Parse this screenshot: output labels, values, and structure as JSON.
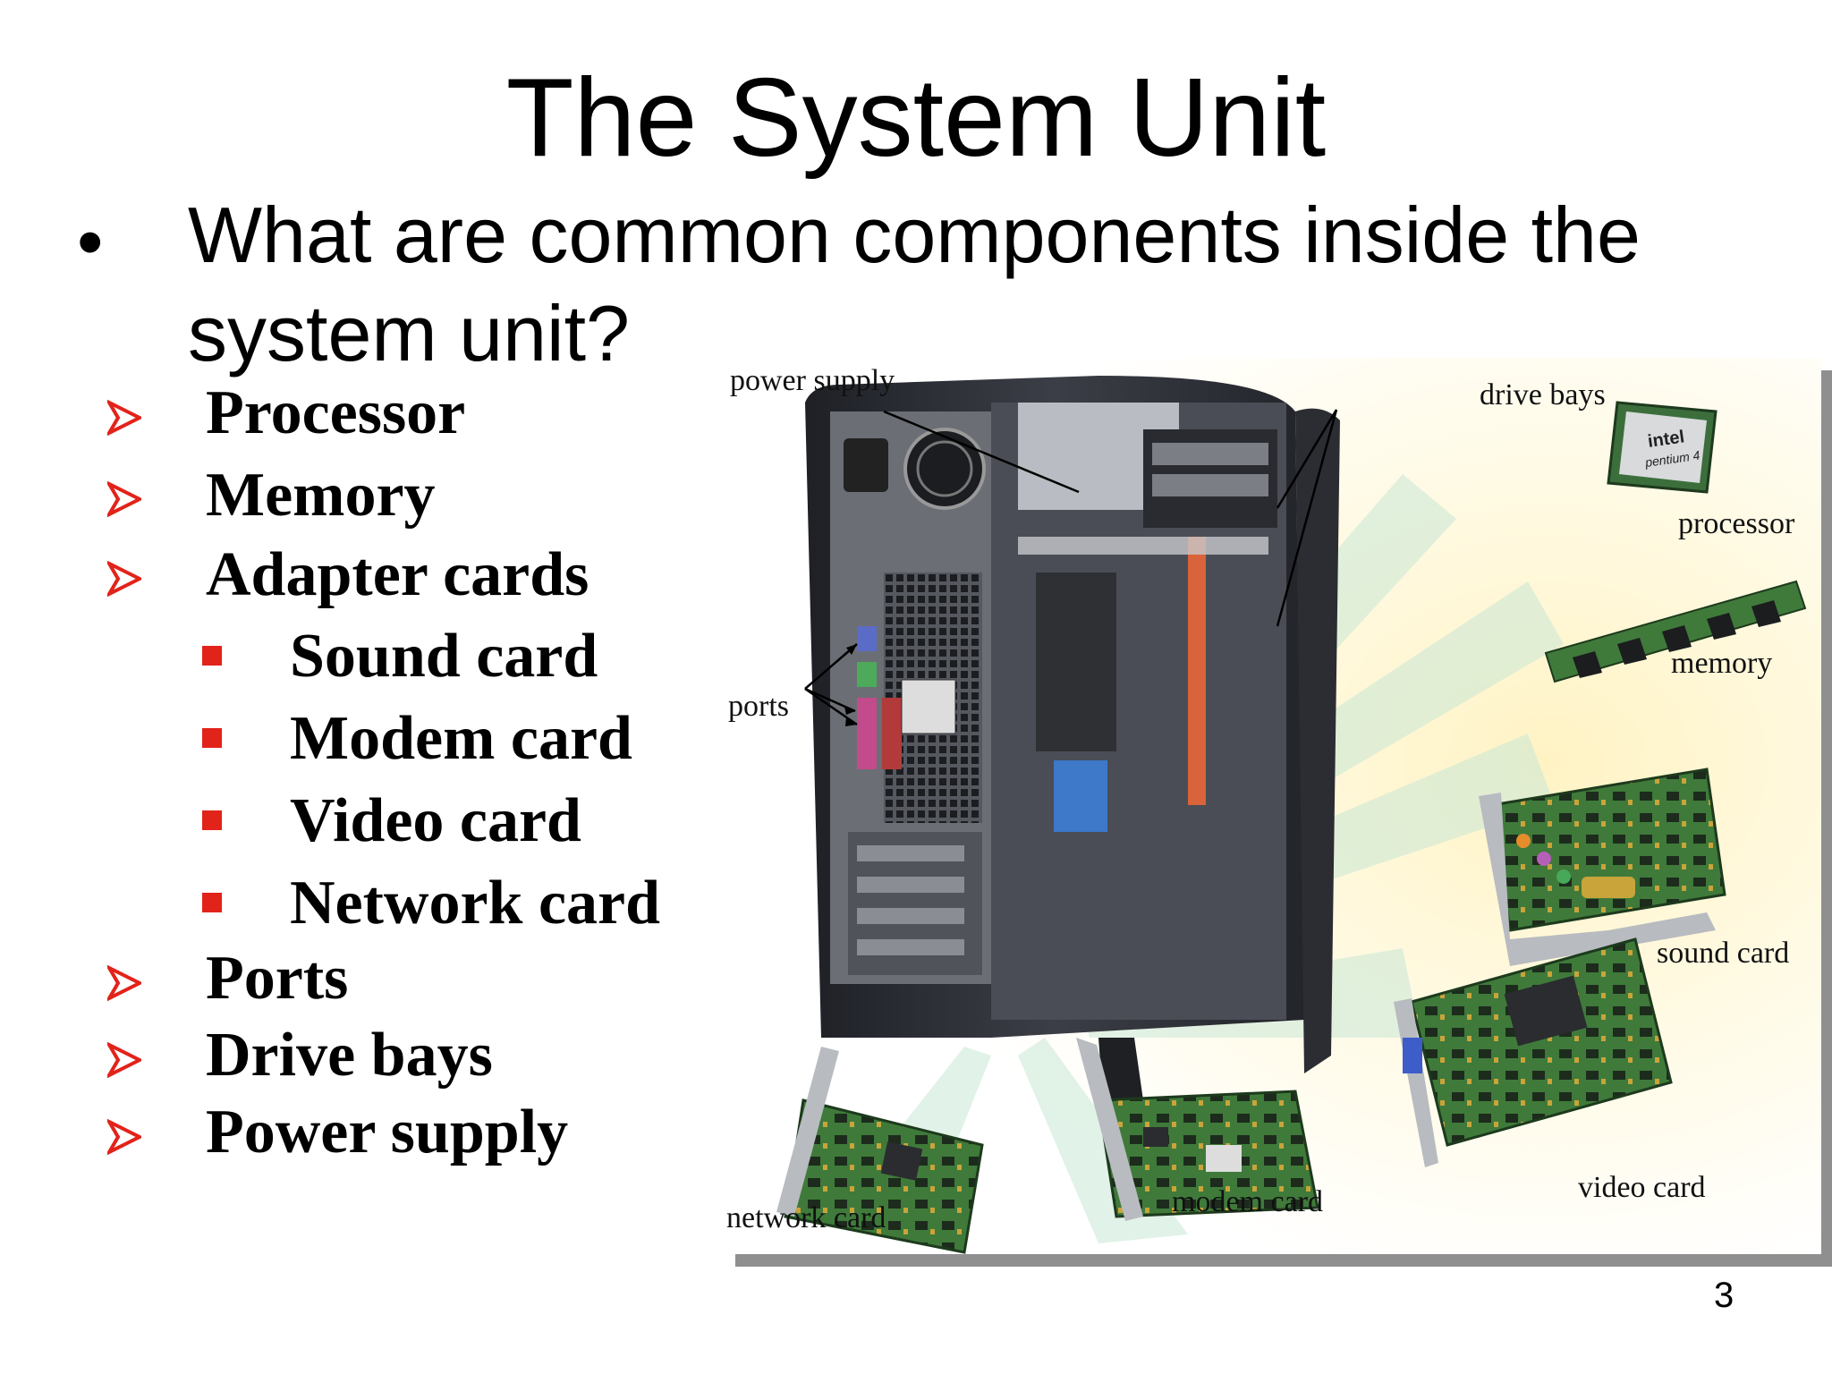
{
  "slide": {
    "title": "The System Unit",
    "question": "What are common components inside the system unit?",
    "page_number": "3"
  },
  "components": [
    {
      "level": 1,
      "label": "Processor"
    },
    {
      "level": 1,
      "label": "Memory"
    },
    {
      "level": 1,
      "label": "Adapter cards"
    },
    {
      "level": 2,
      "label": "Sound card"
    },
    {
      "level": 2,
      "label": "Modem card"
    },
    {
      "level": 2,
      "label": "Video card"
    },
    {
      "level": 2,
      "label": "Network card"
    },
    {
      "level": 1,
      "label": "Ports"
    },
    {
      "level": 1,
      "label": "Drive bays"
    },
    {
      "level": 1,
      "label": "Power supply"
    }
  ],
  "figure": {
    "labels": {
      "power_supply": "power supply",
      "drive_bays": "drive bays",
      "processor": "processor",
      "memory": "memory",
      "ports": "ports",
      "sound_card": "sound card",
      "video_card": "video card",
      "modem_card": "modem card",
      "network_card": "network card"
    },
    "chip_brand": "intel",
    "chip_model": "pentium 4"
  },
  "colors": {
    "bullet_red": "#e2231a",
    "case_dark": "#2b2d33",
    "pcb_green": "#3f7a3a",
    "beam_green": "#c9e8d6",
    "glow_yellow": "#fff3c4"
  }
}
